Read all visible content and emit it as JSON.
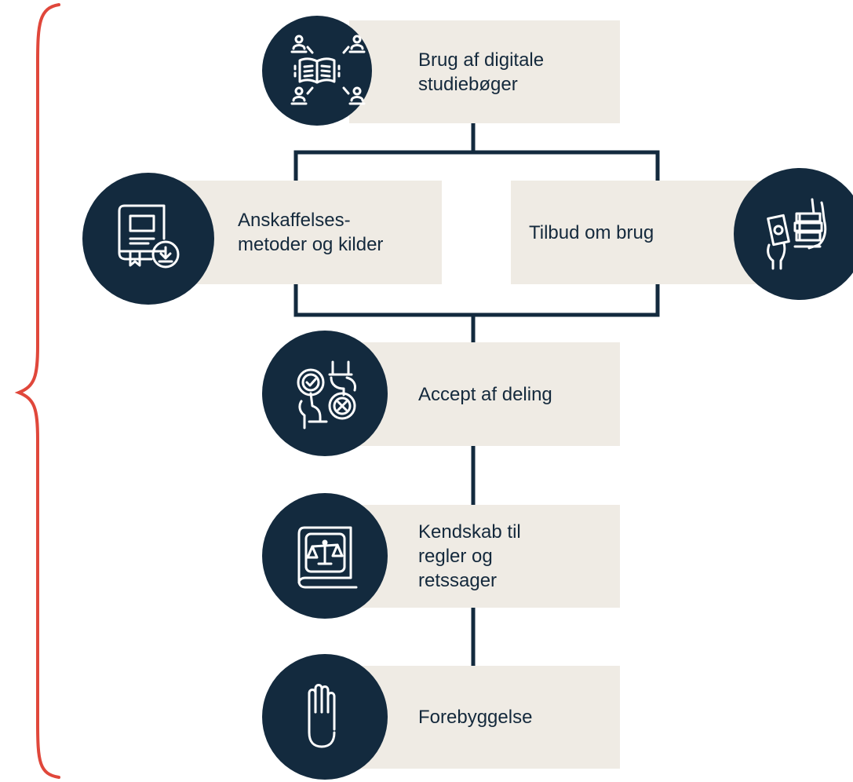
{
  "colors": {
    "box_fill": "#efebe4",
    "circle_fill": "#132a3e",
    "connector": "#132a3e",
    "brace": "#e0473b",
    "text": "#14293c",
    "icon_stroke": "#ffffff"
  },
  "nodes": {
    "digital_books": {
      "label": "Brug af digitale studiebøger",
      "icon": "people-around-book-icon"
    },
    "acquisition": {
      "label": "Anskaffelses-\nmetoder og kilder",
      "icon": "book-download-icon"
    },
    "usage_offers": {
      "label": "Tilbud om brug",
      "icon": "hand-cash-books-icon"
    },
    "sharing": {
      "label": "Accept af deling",
      "icon": "accept-decline-hands-icon"
    },
    "rules": {
      "label": "Kendskab til\nregler og\nretssager",
      "icon": "law-book-scales-icon"
    },
    "prevention": {
      "label": "Forebyggelse",
      "icon": "stop-hand-icon"
    }
  }
}
